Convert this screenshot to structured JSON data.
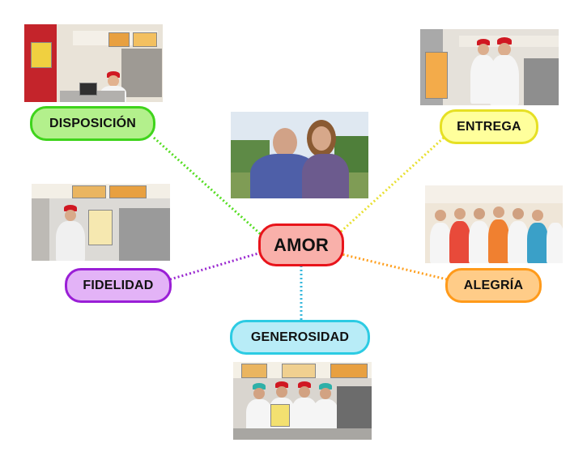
{
  "center": {
    "label": "AMOR",
    "fill": "#f9b0aa",
    "border": "#e8141b"
  },
  "nodes": {
    "disposicion": {
      "label": "DISPOSICIÓN",
      "fill": "#b3f08c",
      "border": "#3fd41c",
      "line": "#55dd22"
    },
    "entrega": {
      "label": "ENTREGA",
      "fill": "#ffff9c",
      "border": "#e6e024",
      "line": "#e8e030"
    },
    "fidelidad": {
      "label": "FIDELIDAD",
      "fill": "#e3b3f7",
      "border": "#9a1fd6",
      "line": "#9a28d0"
    },
    "alegria": {
      "label": "ALEGRÍA",
      "fill": "#ffcc88",
      "border": "#ff9a1a",
      "line": "#ffa020"
    },
    "generosidad": {
      "label": "GENEROSIDAD",
      "fill": "#b8ecf7",
      "border": "#2ccbe3",
      "line": "#38b8dc"
    }
  },
  "photos": {
    "top_left": "cashier-photo",
    "top_center": "couple-photo",
    "top_right": "kitchen-photo",
    "mid_left": "poster-photo",
    "mid_right": "team-photo",
    "bottom": "counter-team-photo"
  }
}
